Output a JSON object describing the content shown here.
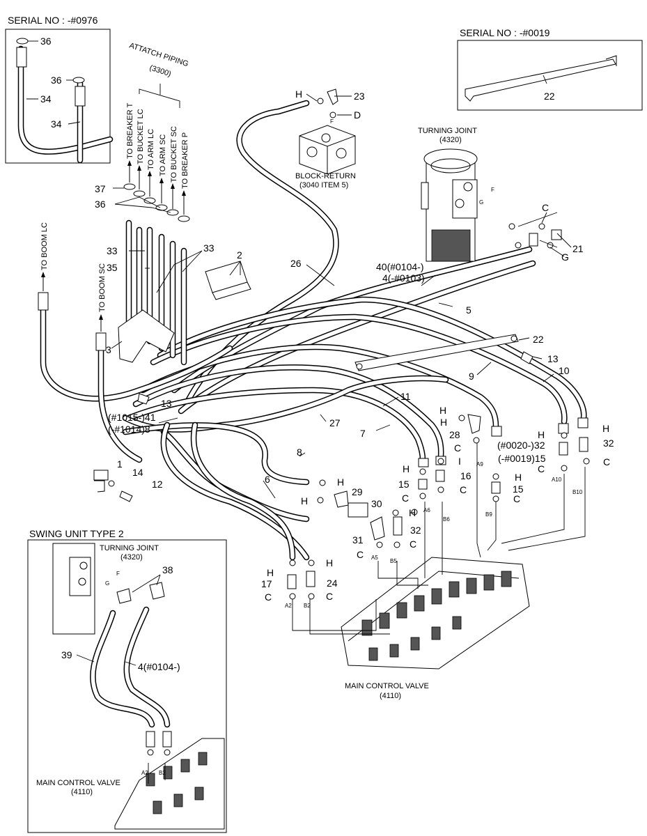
{
  "frames": {
    "serial_0976": {
      "title": "SERIAL NO : -#0976",
      "labels": [
        "36",
        "34",
        "36",
        "34"
      ]
    },
    "serial_0019": {
      "title": "SERIAL NO : -#0019",
      "labels": [
        "22"
      ]
    },
    "swing_type2": {
      "title": "SWING UNIT TYPE 2",
      "turning_joint": "TURNING JOINT",
      "turning_joint_code": "(4320)",
      "mcv": "MAIN CONTROL VALVE",
      "mcv_code": "(4110)",
      "labels": [
        "38",
        "39",
        "4(#0104-)"
      ],
      "ports": [
        "F",
        "G",
        "A2",
        "B2"
      ]
    }
  },
  "attach_piping": {
    "title": "ATTATCH PIPING",
    "code": "(3300)",
    "lines": [
      "TO BREAKER T",
      "TO BUCKET LC",
      "TO ARM LC",
      "TO ARM SC",
      "TO BUCKET SC",
      "TO BREAKER P"
    ]
  },
  "boom": {
    "lc": "TO BOOM LC",
    "sc": "TO BOOM SC"
  },
  "turning_joint": {
    "title": "TURNING JOINT",
    "code": "(4320)",
    "ports": [
      "F",
      "G"
    ]
  },
  "block_return": {
    "title": "BLOCK-RETURN",
    "code": "(3040 ITEM 5)",
    "port": "F"
  },
  "main_control_valve": {
    "title": "MAIN CONTROL VALVE",
    "code": "(4110)",
    "ports": [
      "A2",
      "B2",
      "A5",
      "B5",
      "A6",
      "B6",
      "A9",
      "B9",
      "A10",
      "B10"
    ]
  },
  "callouts": {
    "c1": "1",
    "c2": "2",
    "c3": "3",
    "c4": "4(-#0103)",
    "c40": "40(#0104-)",
    "c5": "5",
    "c6": "6",
    "c7": "7",
    "c8": "8",
    "c9": "9",
    "c10": "10",
    "c11": "11",
    "c12": "12",
    "c13a": "13",
    "c13b": "13",
    "c14": "14",
    "c15a": "15",
    "c15b": "15",
    "c15c": "(-#0019)15",
    "c32c": "(#0020-)32",
    "c16": "16",
    "c17": "17",
    "c21": "21",
    "c22": "22",
    "c23": "23",
    "c24": "24",
    "c26": "26",
    "c27": "27",
    "c28": "28",
    "c29": "29",
    "c30": "30",
    "c31": "31",
    "c32a": "32",
    "c32b": "32",
    "c33a": "33",
    "c33b": "33",
    "c35": "35",
    "c36": "36",
    "c37": "37",
    "c41": "(#1015-)41",
    "c8b": "(-#1014)8"
  },
  "letters": {
    "H": "H",
    "C": "C",
    "D": "D",
    "I": "I",
    "G": "G",
    "F": "F"
  }
}
